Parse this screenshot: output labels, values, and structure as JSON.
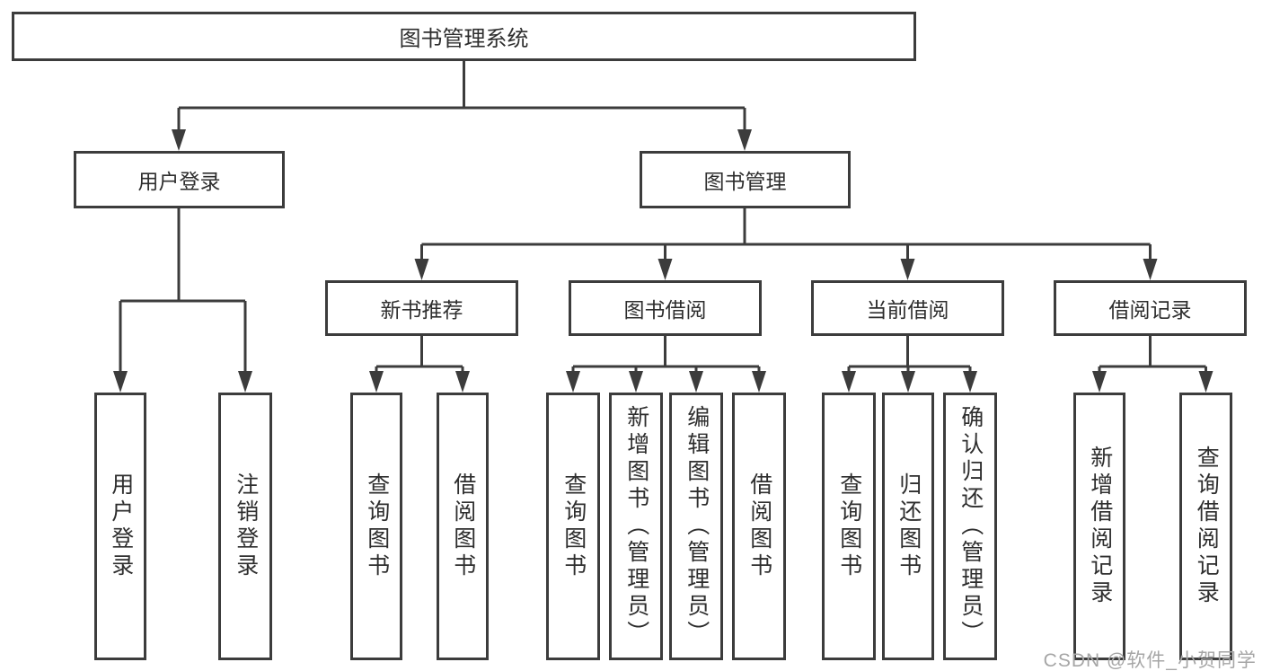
{
  "diagram_type": "hierarchy-tree",
  "colors": {
    "line": "#3c3c3c",
    "box_border": "#3c3c3c",
    "text": "#2e2e2e",
    "watermark": "#a6a6a6",
    "background": "#ffffff"
  },
  "tree": {
    "root": "图书管理系统",
    "children": [
      {
        "label": "用户登录",
        "children": [
          {
            "label": "用户登录"
          },
          {
            "label": "注销登录"
          }
        ]
      },
      {
        "label": "图书管理",
        "children": [
          {
            "label": "新书推荐",
            "children": [
              {
                "label": "查询图书"
              },
              {
                "label": "借阅图书"
              }
            ]
          },
          {
            "label": "图书借阅",
            "children": [
              {
                "label": "查询图书"
              },
              {
                "label": "新增图书（管理员）"
              },
              {
                "label": "编辑图书（管理员）"
              },
              {
                "label": "借阅图书"
              }
            ]
          },
          {
            "label": "当前借阅",
            "children": [
              {
                "label": "查询图书"
              },
              {
                "label": "归还图书"
              },
              {
                "label": "确认归还（管理员）"
              }
            ]
          },
          {
            "label": "借阅记录",
            "children": [
              {
                "label": "新增借阅记录"
              },
              {
                "label": "查询借阅记录"
              }
            ]
          }
        ]
      }
    ]
  },
  "watermark": {
    "text": "CSDN @软件_小贺同学"
  }
}
